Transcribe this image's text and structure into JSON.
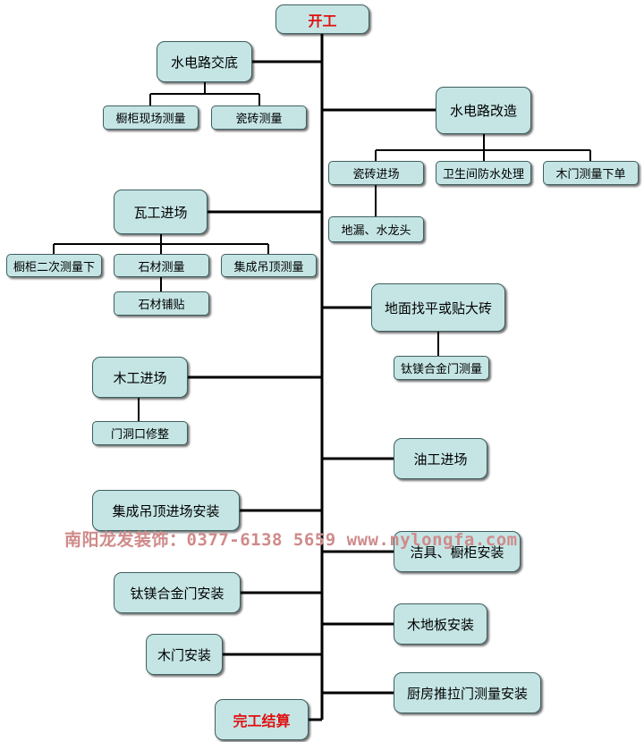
{
  "nodes": {
    "start": "开工",
    "wiring_briefing": "水电路交底",
    "cabinet_measure": "橱柜现场测量",
    "tile_measure": "瓷砖测量",
    "wiring_rework": "水电路改造",
    "tile_entry_1": "瓷砖进场",
    "bathroom_waterproof": "卫生间防水处理",
    "wood_door_measure_order": "木门测量下单",
    "floor_drain_faucet": "地漏、水龙头",
    "tiler_entry": "瓦工进场",
    "cabinet_second_measure": "橱柜二次测量下",
    "stone_measure": "石材测量",
    "ceiling_measure": "集成吊顶测量",
    "stone_paving": "石材铺贴",
    "floor_level_tile": "地面找平或贴大砖",
    "ti_mg_door_measure": "钛镁合金门测量",
    "carpenter_entry": "木工进场",
    "door_opening_trim": "门洞口修整",
    "painter_entry": "油工进场",
    "ceiling_install": "集成吊顶进场安装",
    "fixtures_cabinet_install": "洁具、橱柜安装",
    "ti_mg_door_install": "钛镁合金门安装",
    "wood_floor_install": "木地板安装",
    "wood_door_install": "木门安装",
    "kitchen_sliding_door": "厨房推拉门测量安装",
    "completion": "完工结算"
  },
  "watermark": "南阳龙发装饰：0377-6138 5659  www.nylongfa.com",
  "colors": {
    "box_fill": "#c5e5e5",
    "line": "#000000",
    "accent_text": "#e01010",
    "watermark": "#d08a8a"
  }
}
